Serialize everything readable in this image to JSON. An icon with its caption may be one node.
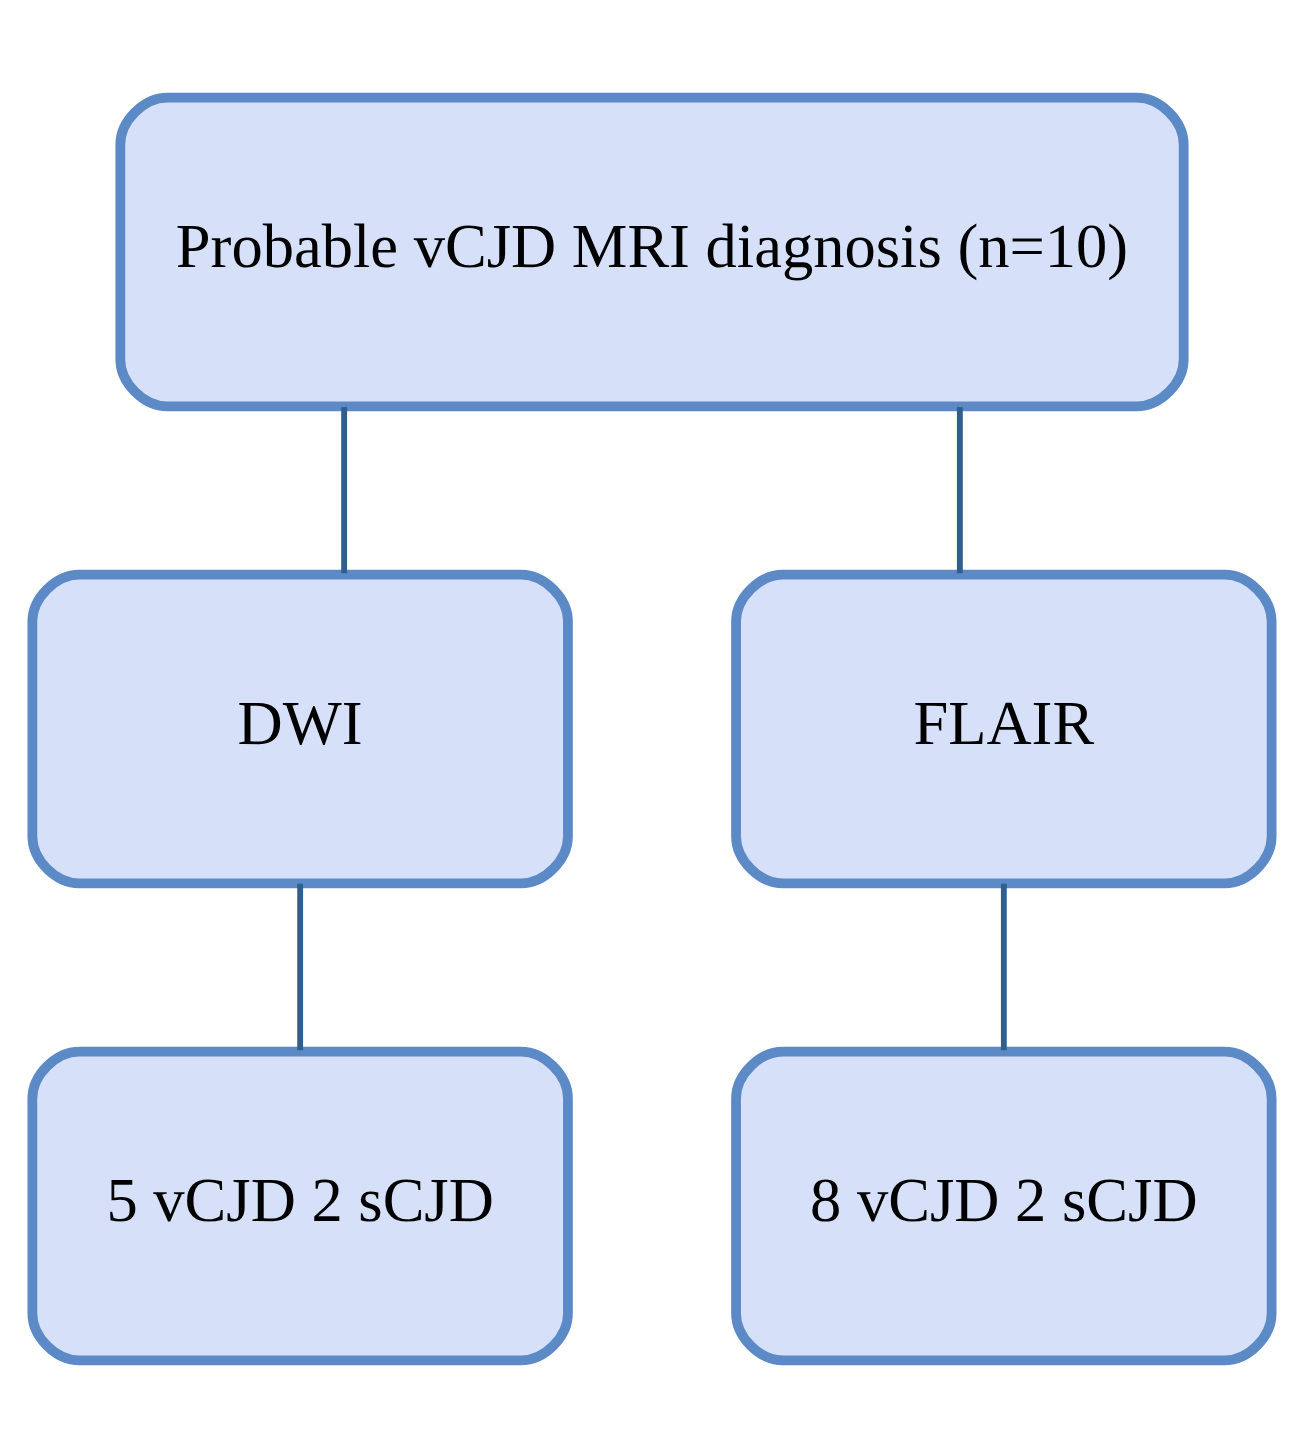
{
  "diagram": {
    "nodes": [
      {
        "text": [
          "Probable vCJD MRI diagnosis (n=10)"
        ]
      },
      {
        "text": [
          "DWI"
        ]
      },
      {
        "text": [
          "FLAIR"
        ]
      },
      {
        "text": [
          "5 vCJD 2 sCJD"
        ]
      },
      {
        "text": [
          "8 vCJD 2 sCJD"
        ]
      }
    ],
    "edges": [
      {
        "from": 0,
        "to": 1,
        "arrow": "none"
      },
      {
        "from": 0,
        "to": 2,
        "arrow": "none"
      },
      {
        "from": 1,
        "to": 3,
        "arrow": "none"
      },
      {
        "from": 2,
        "to": 4,
        "arrow": "none"
      }
    ]
  }
}
